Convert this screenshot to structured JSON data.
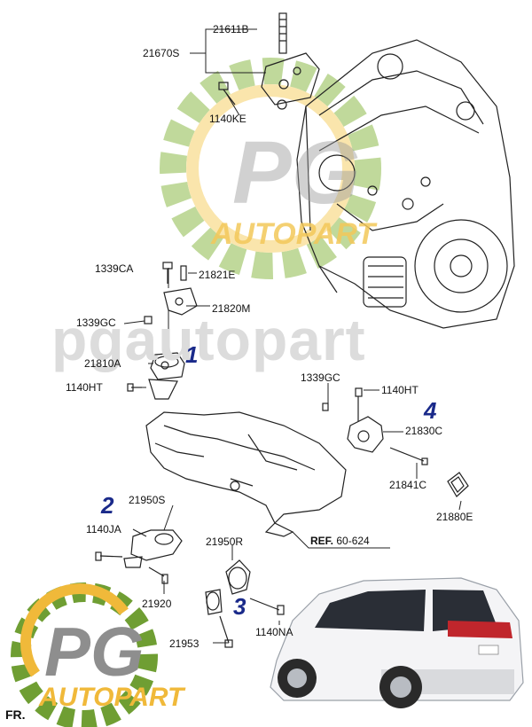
{
  "watermarks": {
    "middle_text": "pgautopart",
    "pg_mark": "PG",
    "autopart_mark": "AUTOPART"
  },
  "labels": {
    "p21611B": "21611B",
    "p21670S": "21670S",
    "p1140KE": "1140KE",
    "p1339CA": "1339CA",
    "p21821E": "21821E",
    "p21820M": "21820M",
    "p1339GC_left": "1339GC",
    "p21810A": "21810A",
    "p1140HT_left": "1140HT",
    "p1339GC_right": "1339GC",
    "p1140HT_right": "1140HT",
    "p21830C": "21830C",
    "p21841C": "21841C",
    "p21880E": "21880E",
    "p21950S": "21950S",
    "p1140JA": "1140JA",
    "p21920": "21920",
    "p21950R": "21950R",
    "p1140NA": "1140NA",
    "p21953": "21953"
  },
  "markers": [
    "1",
    "2",
    "3",
    "4"
  ],
  "reference": {
    "prefix": "REF.",
    "value": "60-624"
  },
  "front_indicator": "FR.",
  "colors": {
    "gear_green": "#7aa23a",
    "gear_yellow": "#f0b93a",
    "marker_blue": "#1a2a8a",
    "line": "#222222"
  }
}
